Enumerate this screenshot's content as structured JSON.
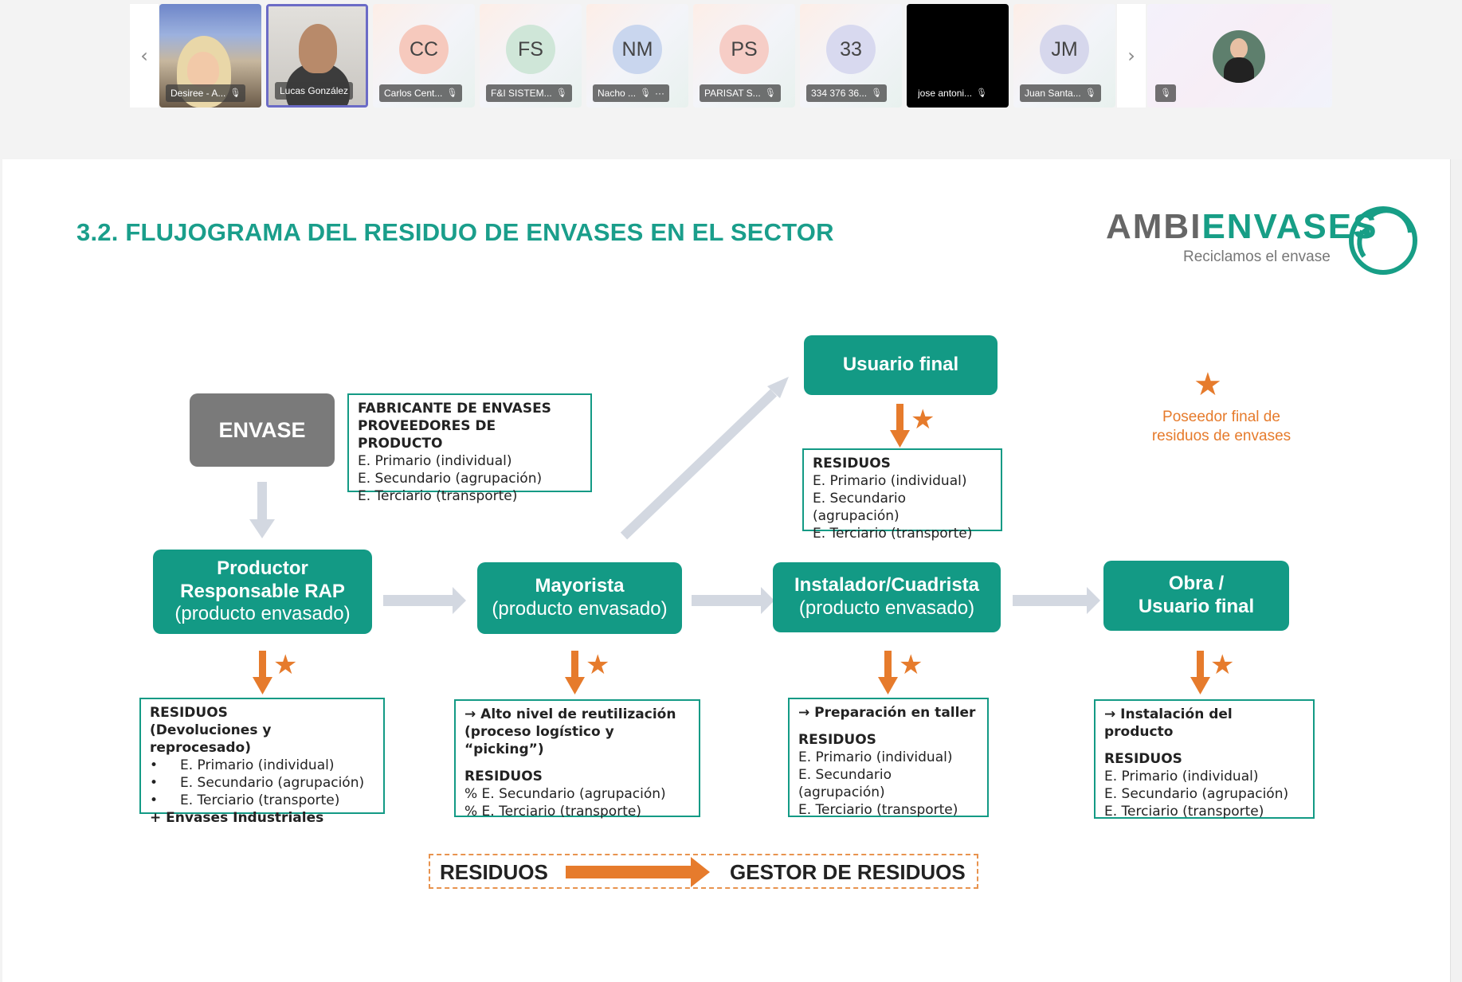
{
  "participants": [
    {
      "name": "Desiree - A...",
      "type": "video",
      "muted": true
    },
    {
      "name": "Lucas González",
      "type": "video",
      "selected": true
    },
    {
      "initials": "CC",
      "name": "Carlos Cent...",
      "color": "#f6c9bd",
      "muted": true
    },
    {
      "initials": "FS",
      "name": "F&I SISTEM...",
      "color": "#cfe6d8",
      "muted": true
    },
    {
      "initials": "NM",
      "name": "Nacho ...",
      "color": "#c9d6ee",
      "muted": true,
      "more": "···"
    },
    {
      "initials": "PS",
      "name": "PARISAT S...",
      "color": "#f6cdc6",
      "muted": true
    },
    {
      "initials": "33",
      "name": "334 376 36...",
      "color": "#d8d9ef",
      "muted": true
    },
    {
      "name": "jose antoni...",
      "type": "black",
      "muted": true
    },
    {
      "initials": "JM",
      "name": "Juan Santa...",
      "color": "#d6d7ec",
      "muted": true
    }
  ],
  "nav": {
    "prev": "‹",
    "next": "›"
  },
  "slide": {
    "title": "3.2. FLUJOGRAMA DEL RESIDUO DE ENVASES EN EL SECTOR",
    "logo": {
      "part1": "AMBI",
      "part2": "ENVASES",
      "tagline": "Reciclamos el envase"
    },
    "legend": {
      "star": "★",
      "text_line1": "Poseedor final de",
      "text_line2": "residuos de envases"
    },
    "envase": "ENVASE",
    "fabricante": {
      "line1": "FABRICANTE DE ENVASES",
      "line2": "PROVEEDORES DE PRODUCTO",
      "items": [
        "E. Primario (individual)",
        "E. Secundario (agrupación)",
        "E. Terciario (transporte)"
      ]
    },
    "usuario_final": {
      "title": "Usuario final",
      "residuos_label": "RESIDUOS",
      "items": [
        "E. Primario (individual)",
        "E. Secundario (agrupación)",
        "E. Terciario (transporte)"
      ]
    },
    "productor": {
      "line1": "Productor",
      "line2": "Responsable RAP",
      "line3": "(producto envasado)"
    },
    "mayorista": {
      "line1": "Mayorista",
      "line2": "(producto envasado)"
    },
    "instalador": {
      "line1": "Instalador/Cuadrista",
      "line2": "(producto envasado)"
    },
    "obra": {
      "line1": "Obra /",
      "line2": "Usuario final"
    },
    "box_productor": {
      "line1": "RESIDUOS",
      "line2": "(Devoluciones y reprocesado)",
      "bullet": "•",
      "items": [
        "E. Primario (individual)",
        "E. Secundario (agrupación)",
        "E. Terciario (transporte)"
      ],
      "extra": "+ Envases Industriales"
    },
    "box_mayorista": {
      "line1": "→ Alto nivel de reutilización",
      "line2": "(proceso logístico y “picking”)",
      "residuos_label": "RESIDUOS",
      "items": [
        "%  E. Secundario (agrupación)",
        "%  E. Terciario (transporte)"
      ]
    },
    "box_instalador": {
      "line1": "→ Preparación en taller",
      "residuos_label": "RESIDUOS",
      "items": [
        "E. Primario (individual)",
        "E. Secundario (agrupación)",
        "E. Terciario (transporte)"
      ]
    },
    "box_obra": {
      "line1": "→ Instalación del producto",
      "residuos_label": "RESIDUOS",
      "items": [
        "E. Primario (individual)",
        "E. Secundario (agrupación)",
        "E. Terciario (transporte)"
      ]
    },
    "bottom": {
      "left": "RESIDUOS",
      "right": "GESTOR DE RESIDUOS"
    },
    "colors": {
      "teal": "#139a85",
      "orange": "#e67b2c",
      "grey_arrow": "#d3d8e1",
      "grey_box": "#7a7a7a"
    }
  }
}
